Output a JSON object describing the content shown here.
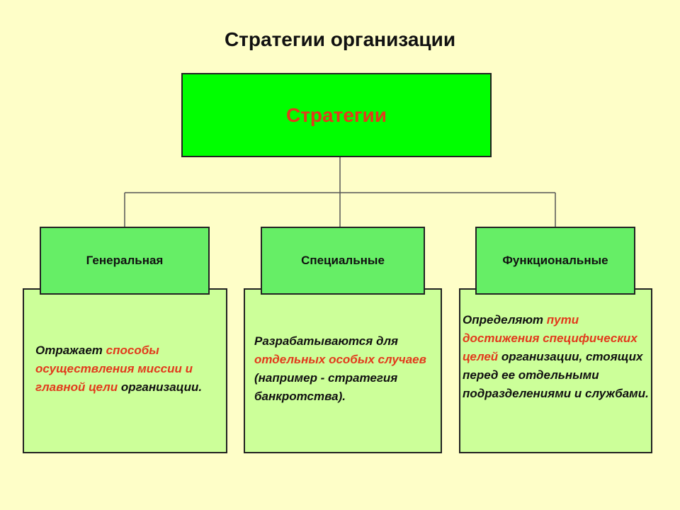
{
  "title": "Стратегии организации",
  "root": {
    "label": "Стратегии"
  },
  "branches": [
    {
      "label": "Генеральная",
      "desc": [
        {
          "text": "Отражает ",
          "hl": false
        },
        {
          "text": "способы осуществления миссии и главной цели",
          "hl": true
        },
        {
          "text": " организации.",
          "hl": false
        }
      ]
    },
    {
      "label": "Специальные",
      "desc": [
        {
          "text": "Разрабатываются для ",
          "hl": false
        },
        {
          "text": "отдельных особых случаев",
          "hl": true
        },
        {
          "text": "  (например - стратегия банкротства).",
          "hl": false
        }
      ]
    },
    {
      "label": "Функциональные",
      "desc": [
        {
          "text": "Определяют ",
          "hl": false
        },
        {
          "text": "пути достижения специфических целей",
          "hl": true
        },
        {
          "text": " организации, стоящих перед ее отдельными подразделениями и службами.",
          "hl": false
        }
      ]
    }
  ],
  "colors": {
    "background": "#fefec8",
    "root_fill": "#00ff00",
    "head_fill": "#66ee66",
    "desc_fill": "#ccff99",
    "highlight": "#e23a1c"
  }
}
